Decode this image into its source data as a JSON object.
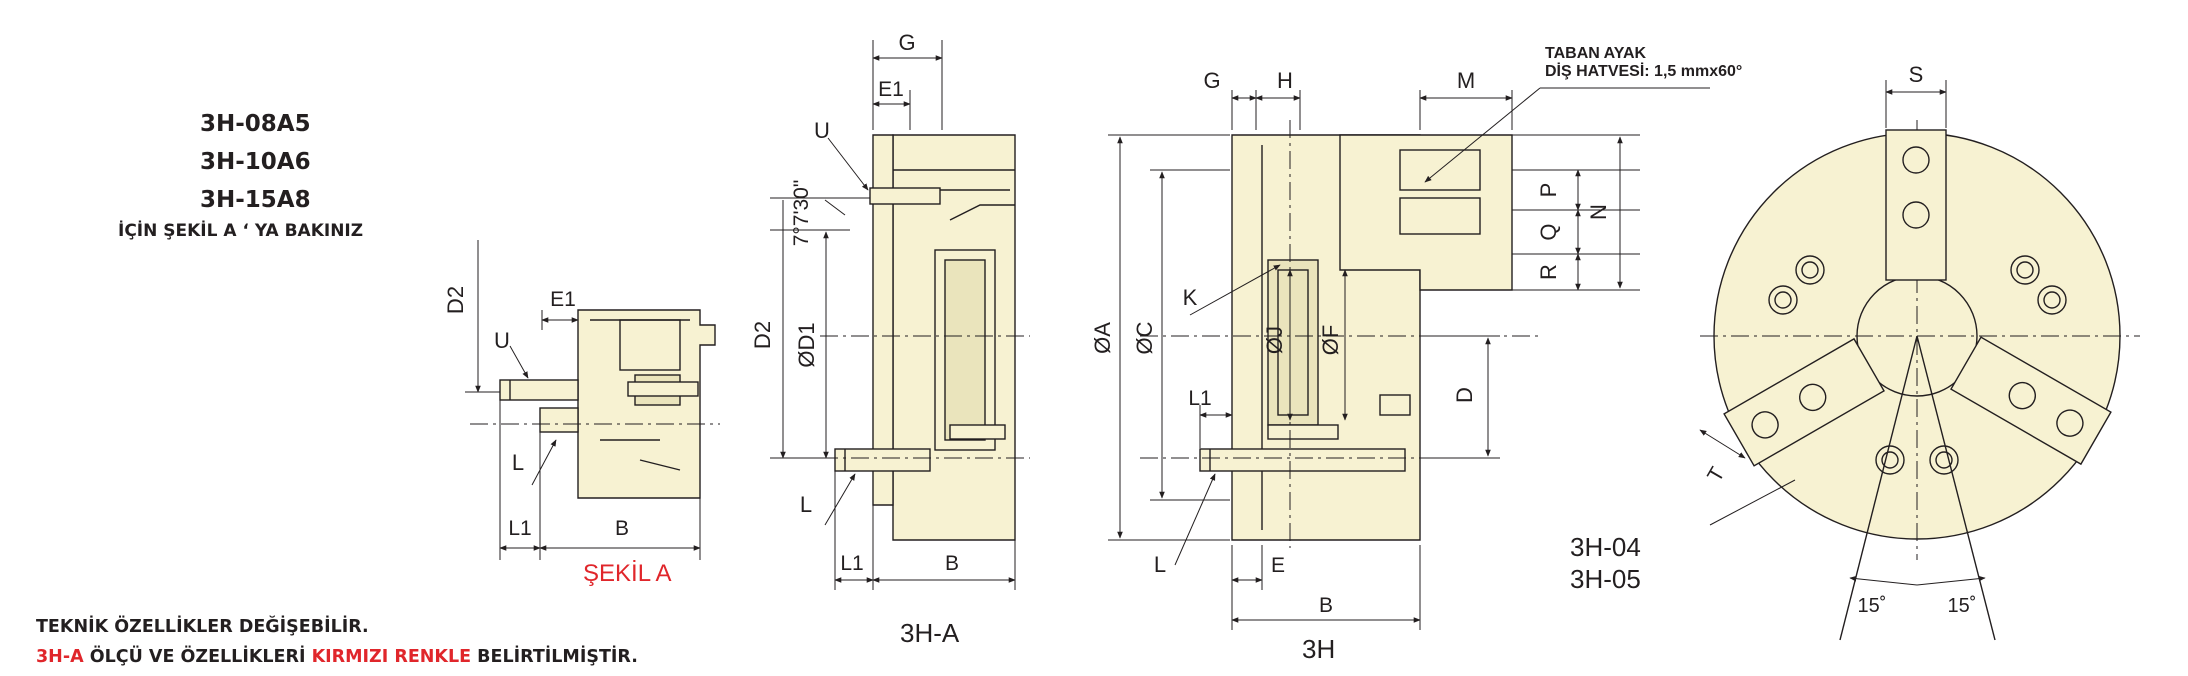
{
  "models": {
    "lines": [
      "3H-08A5",
      "3H-10A6",
      "3H-15A8"
    ],
    "note": "İÇİN ŞEKİL  A ‘ YA BAKINIZ"
  },
  "figures": {
    "sekil_a": "ŞEKİL A",
    "three_h_a": "3H-A",
    "three_h": "3H",
    "front_models": [
      "3H-04",
      "3H-05"
    ]
  },
  "callout": {
    "line1": "TABAN AYAK",
    "line2": "DİŞ HATVESİ: 1,5 mmx60°"
  },
  "dims": {
    "D2": "D2",
    "E1": "E1",
    "U": "U",
    "L": "L",
    "L1": "L1",
    "B": "B",
    "G": "G",
    "angle": "7°7'30\"",
    "D1": "ØD1",
    "A": "ØA",
    "C": "ØC",
    "J": "ØJ",
    "F": "ØF",
    "K": "K",
    "H": "H",
    "M": "M",
    "P": "P",
    "Q": "Q",
    "R": "R",
    "N": "N",
    "D": "D",
    "E": "E",
    "S": "S",
    "T": "T",
    "deg15": "15˚"
  },
  "footer": {
    "line1": "TEKNİK ÖZELLİKLER DEĞİŞEBİLİR.",
    "line2_red1": "3H-A",
    "line2_black1": " ÖLÇÜ VE ÖZELLİKLERİ ",
    "line2_red2": "KIRMIZI RENKLE",
    "line2_black2": " BELİRTİLMİŞTİR."
  },
  "colors": {
    "body_fill": "#f7f2d2",
    "line": "#231f20",
    "accent_red": "#e0262b"
  }
}
